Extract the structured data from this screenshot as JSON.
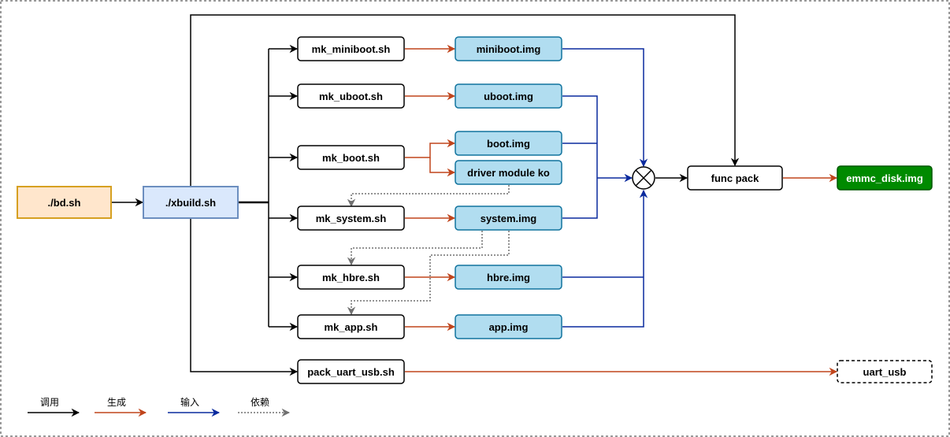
{
  "nodes": {
    "bd": {
      "label": "./bd.sh",
      "style": "orange"
    },
    "xbuild": {
      "label": "./xbuild.sh",
      "style": "blue-light"
    },
    "mk_miniboot": {
      "label": "mk_miniboot.sh",
      "style": "script"
    },
    "mk_uboot": {
      "label": "mk_uboot.sh",
      "style": "script"
    },
    "mk_boot": {
      "label": "mk_boot.sh",
      "style": "script"
    },
    "mk_system": {
      "label": "mk_system.sh",
      "style": "script"
    },
    "mk_hbre": {
      "label": "mk_hbre.sh",
      "style": "script"
    },
    "mk_app": {
      "label": "mk_app.sh",
      "style": "script"
    },
    "pack_uart_usb": {
      "label": "pack_uart_usb.sh",
      "style": "script"
    },
    "miniboot_img": {
      "label": "miniboot.img",
      "style": "image"
    },
    "uboot_img": {
      "label": "uboot.img",
      "style": "image"
    },
    "boot_img": {
      "label": "boot.img",
      "style": "image"
    },
    "driver_ko": {
      "label": "driver module ko",
      "style": "image"
    },
    "system_img": {
      "label": "system.img",
      "style": "image"
    },
    "hbre_img": {
      "label": "hbre.img",
      "style": "image"
    },
    "app_img": {
      "label": "app.img",
      "style": "image"
    },
    "func_pack": {
      "label": "func pack",
      "style": "script"
    },
    "emmc_disk_img": {
      "label": "emmc_disk.img",
      "style": "green"
    },
    "uart_usb": {
      "label": "uart_usb",
      "style": "dashed"
    }
  },
  "legend": [
    {
      "label": "调用",
      "kind": "call"
    },
    {
      "label": "生成",
      "kind": "generate"
    },
    {
      "label": "输入",
      "kind": "input"
    },
    {
      "label": "依赖",
      "kind": "depend"
    }
  ],
  "colors": {
    "call": "#000000",
    "generate": "#c0451c",
    "input": "#0a2a9e",
    "depend": "#808080",
    "orange_fill": "#ffe6cc",
    "orange_stroke": "#d6a021",
    "blue_light_fill": "#dae8fc",
    "blue_light_stroke": "#6c8ebf",
    "image_fill": "#b1ddf0",
    "image_stroke": "#10739e",
    "green_fill": "#008a00",
    "green_stroke": "#005700"
  }
}
